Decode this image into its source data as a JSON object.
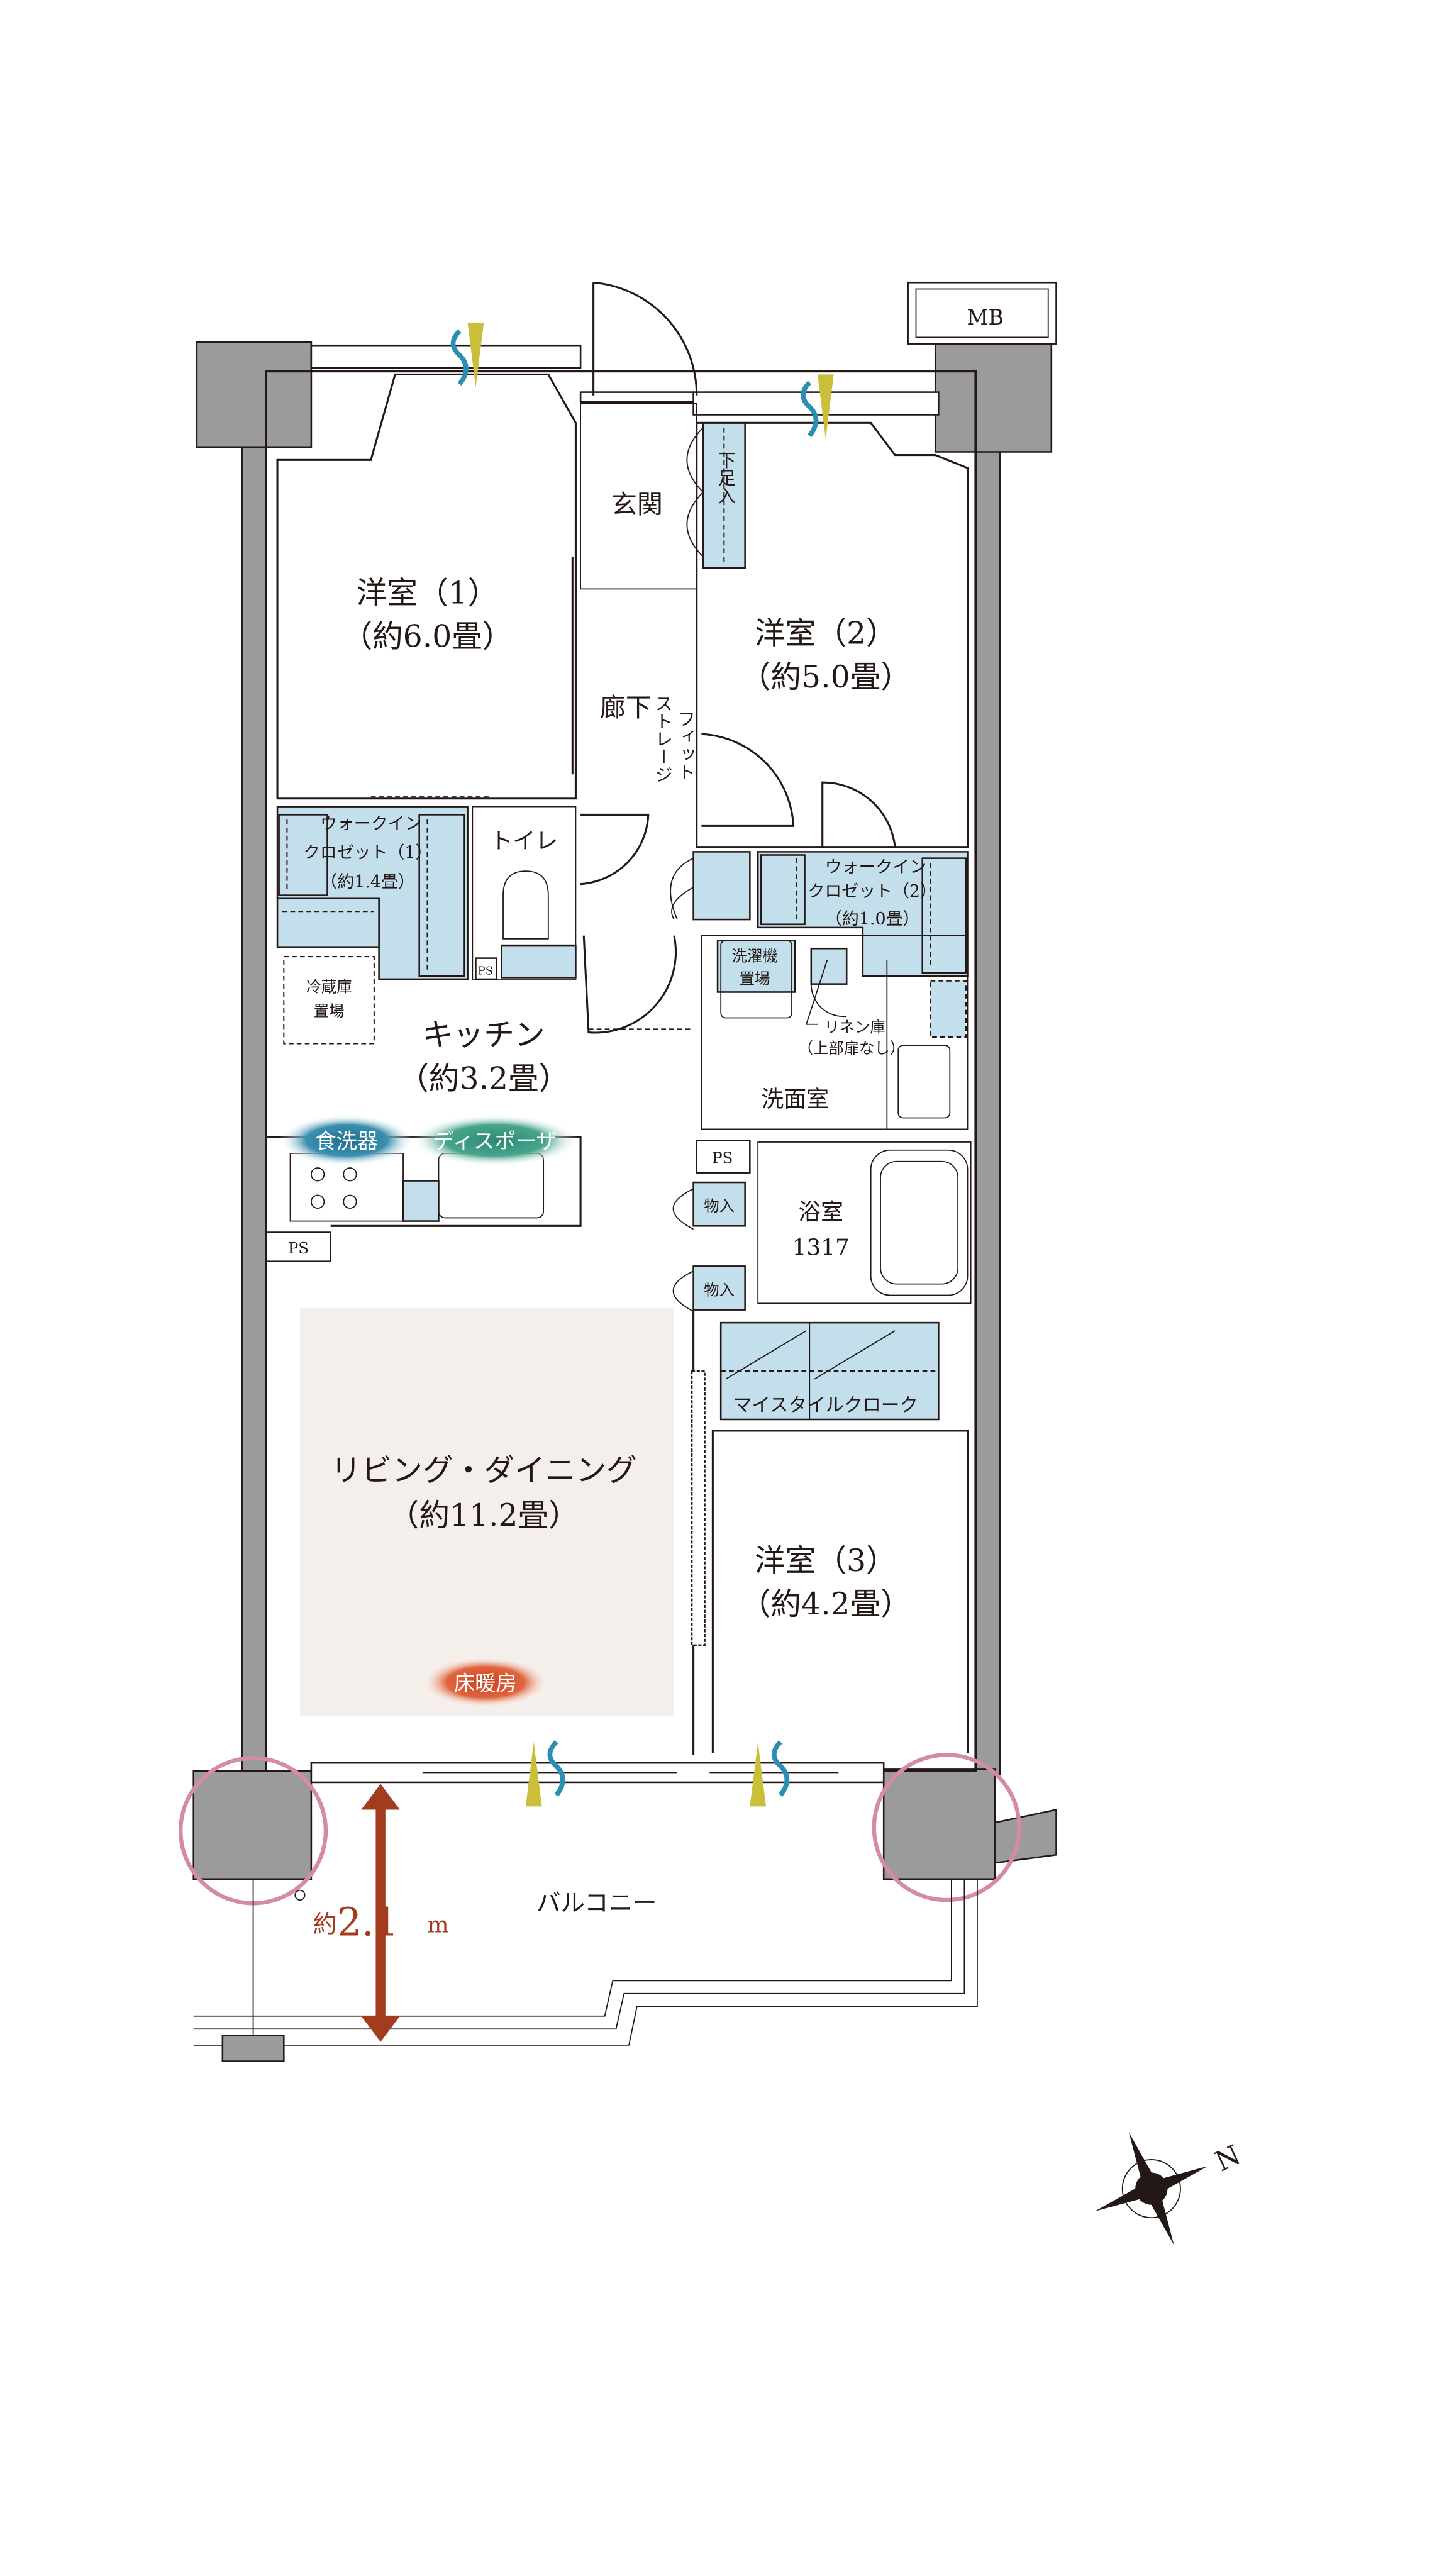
{
  "rooms": {
    "western1": {
      "name": "洋室（1）",
      "size": "（約6.0畳）"
    },
    "western2": {
      "name": "洋室（2）",
      "size": "（約5.0畳）"
    },
    "western3": {
      "name": "洋室（3）",
      "size": "（約4.2畳）"
    },
    "entrance": "玄関",
    "shoe_box": "下足入",
    "hallway": "廊下",
    "fit_storage": [
      "フィット",
      "ストレージ"
    ],
    "wic1": {
      "line1": "ウォークイン",
      "line2": "クロゼット（1）",
      "size": "（約1.4畳）"
    },
    "wic2": {
      "line1": "ウォークイン",
      "line2": "クロゼット（2）",
      "size": "（約1.0畳）"
    },
    "toilet": "トイレ",
    "fridge": [
      "冷蔵庫",
      "置場"
    ],
    "kitchen": {
      "name": "キッチン",
      "size": "（約3.2畳）"
    },
    "washer": [
      "洗濯機",
      "置場"
    ],
    "linen": [
      "リネン庫",
      "（上部扉なし）"
    ],
    "washroom": "洗面室",
    "bath": {
      "name": "浴室",
      "size": "1317"
    },
    "storage": "物入",
    "my_style_cloak": "マイスタイルクローク",
    "living": {
      "name": "リビング・ダイニング",
      "size": "（約11.2畳）"
    },
    "balcony": "バルコニー",
    "ps": "PS",
    "mb": "MB"
  },
  "badges": {
    "dishwasher": "食洗器",
    "disposer": "ディスポーザ",
    "floor_heating": "床暖房"
  },
  "balcony_depth": {
    "prefix": "約",
    "value": "2.1",
    "unit": "m"
  },
  "compass": {
    "label": "N"
  },
  "colors": {
    "wall": "#9b9b9b",
    "storage_blue": "#c3dfec",
    "living_floor": "#f4efea",
    "arrow": "#a33b1e",
    "circle": "#d58aa8",
    "dishwasher": "#2f7f98",
    "disposer": "#3e9a82",
    "floor_heating": "#d8532e"
  }
}
